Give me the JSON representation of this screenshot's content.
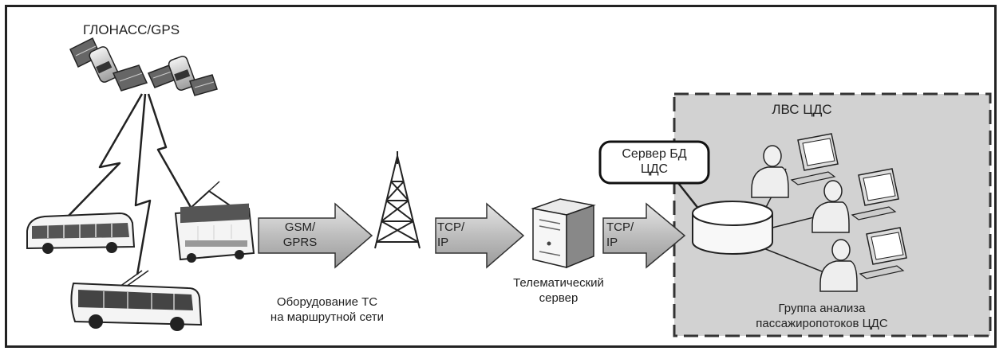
{
  "labels": {
    "glonass": "ГЛОНАСС/GPS",
    "gsm_line1": "GSM/",
    "gsm_line2": "GPRS",
    "tcp1_line1": "TCP/",
    "tcp1_line2": "IP",
    "tcp2_line1": "TCP/",
    "tcp2_line2": "IP",
    "equipment_line1": "Оборудование ТС",
    "equipment_line2": "на маршрутной сети",
    "server_line1": "Телематический",
    "server_line2": "сервер",
    "lan": "ЛВС ЦДС",
    "db_line1": "Сервер БД",
    "db_line2": "ЦДС",
    "group_line1": "Группа анализа",
    "group_line2": "пассажиропотоков ЦДС"
  },
  "icons": [
    "satellite-icon",
    "bus-icon",
    "tram-icon",
    "trolleybus-icon",
    "antenna-tower-icon",
    "server-icon",
    "database-icon",
    "user-workstation-icon"
  ]
}
